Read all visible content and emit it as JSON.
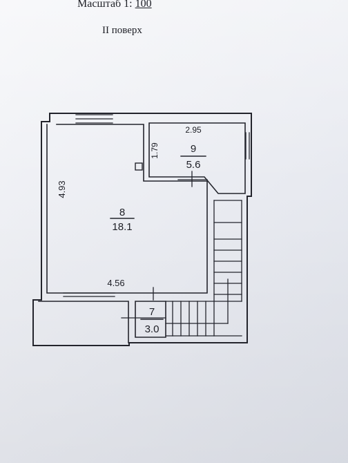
{
  "header": {
    "scale_prefix": "Масштаб 1:",
    "scale_value": "100",
    "floor_title": "II поверх"
  },
  "rooms": [
    {
      "number": "8",
      "area": "18.1"
    },
    {
      "number": "9",
      "area": "5.6"
    },
    {
      "number": "7",
      "area": "3.0"
    }
  ],
  "dimensions": {
    "room8_width": "4.56",
    "room8_height": "4.93",
    "room9_width": "2.95",
    "room9_height": "1.79"
  },
  "colors": {
    "line": "#23242c",
    "paper": "#eceef3"
  }
}
